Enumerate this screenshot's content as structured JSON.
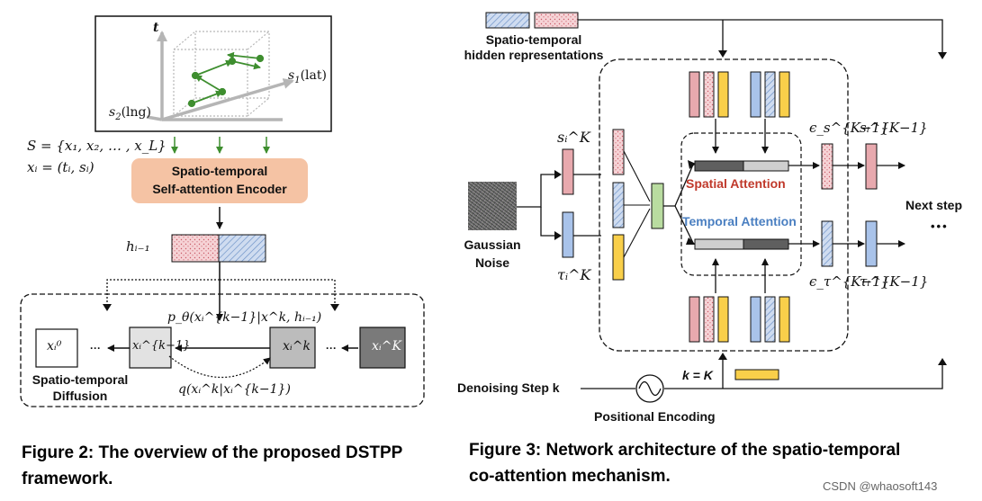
{
  "figure2": {
    "axis_t": "t",
    "axis_s1": "s",
    "axis_s1_sub": "1",
    "axis_s1_unit": "(lat)",
    "axis_s2": "s",
    "axis_s2_sub": "2",
    "axis_s2_unit": "(lng)",
    "seq_def": "S = {x₁, x₂, … , x_L}",
    "event_def": "xᵢ = (tᵢ, sᵢ)",
    "encoder_line1": "Spatio-temporal",
    "encoder_line2": "Self-attention Encoder",
    "hidden_label": "hᵢ₋₁",
    "reverse_label": "p_θ(xᵢ^{k−1}|x^k, hᵢ₋₁)",
    "forward_label": "q(xᵢ^k|xᵢ^{k−1})",
    "x0": "xᵢ⁰",
    "xk1": "xᵢ^{k−1}",
    "xk": "xᵢ^k",
    "xK": "xᵢ^K",
    "ellipsis_left": "···",
    "ellipsis_right": "···",
    "diffusion_line1": "Spatio-temporal",
    "diffusion_line2": "Diffusion",
    "caption_line1": "Figure 2: The overview of the proposed DSTPP",
    "caption_line2": "framework."
  },
  "figure3": {
    "hidden_line1": "Spatio-temporal",
    "hidden_line2": "hidden representations",
    "noise_line1": "Gaussian",
    "noise_line2": "Noise",
    "s_input": "sᵢ^K",
    "tau_input": "τᵢ^K",
    "spatial_attention": "Spatial Attention",
    "temporal_attention": "Temporal Attention",
    "eps_s": "ϵ_s^{K−1}",
    "eps_tau": "ϵ_τ^{K−1}",
    "s_output": "sᵢ^{K−1}",
    "tau_output": "τᵢ^{K−1}",
    "next_step": "Next step",
    "next_dots": "•••",
    "denoising_label": "Denoising Step k",
    "k_equals": "k = K",
    "positional_encoding": "Positional Encoding",
    "caption_line1": "Figure 3: Network architecture of the spatio-temporal",
    "caption_line2": "co-attention mechanism."
  },
  "watermark": "CSDN @whaosoft143",
  "colors": {
    "pink_dotted": "#f4c8cc",
    "blue_hatched": "#c3d4ee",
    "yellow": "#f9cf4a",
    "green": "#b9dca0",
    "encoder": "#f5c3a4",
    "spatial_red": "#c0392b",
    "temporal_blue": "#4a7fc1",
    "arrow_green": "#3e8e2f"
  }
}
